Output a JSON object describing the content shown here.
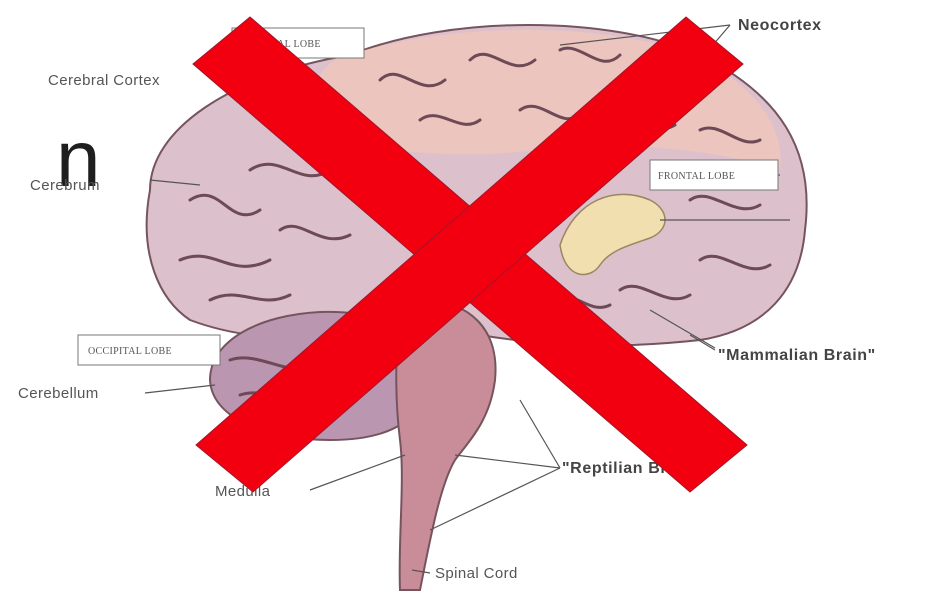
{
  "slide": {
    "title_fragment": "n"
  },
  "labels": {
    "neocortex": "Neocortex",
    "cerebral_cortex": "Cerebral Cortex",
    "cerebrum": "Cerebrum",
    "frontal_lobe": "FRONTAL LOBE",
    "parietal_lobe": "PARIETAL LOBE",
    "occipital_lobe": "OCCIPITAL LOBE",
    "mammalian_brain": "\"Mammalian Brain\"",
    "cerebellum": "Cerebellum",
    "reptilian_brain": "\"Reptilian Brain",
    "medulla": "Medulla",
    "spinal_cord": "Spinal Cord"
  },
  "overlay": {
    "symbol": "cross-mark",
    "color": "#f2000f"
  },
  "colors": {
    "cortex": "#dcc0cb",
    "neocortex": "#efc6bd",
    "limbic": "#f1dfb0",
    "brainstem": "#c98d9a",
    "cerebellum": "#bb96b1"
  }
}
